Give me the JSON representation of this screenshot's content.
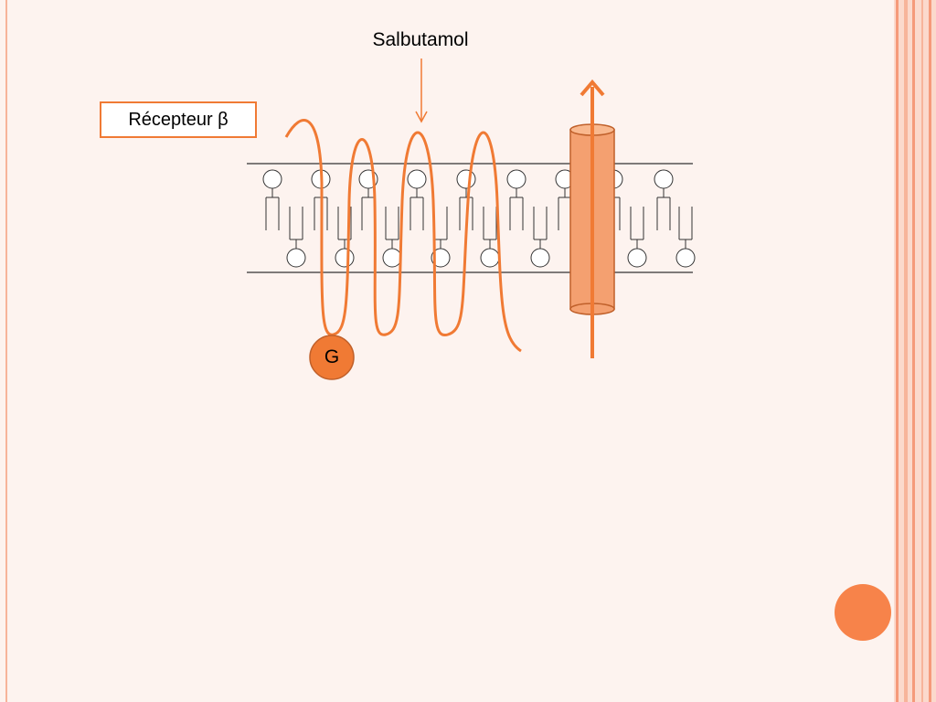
{
  "diagram": {
    "drug_label": "Salbutamol",
    "receptor_label": "Récepteur β",
    "gprotein_label": "G"
  },
  "colors": {
    "background": "#fdf3ef",
    "accent": "#f07a34",
    "channel_fill": "#f4a070",
    "gprotein_fill": "#f07a34"
  }
}
